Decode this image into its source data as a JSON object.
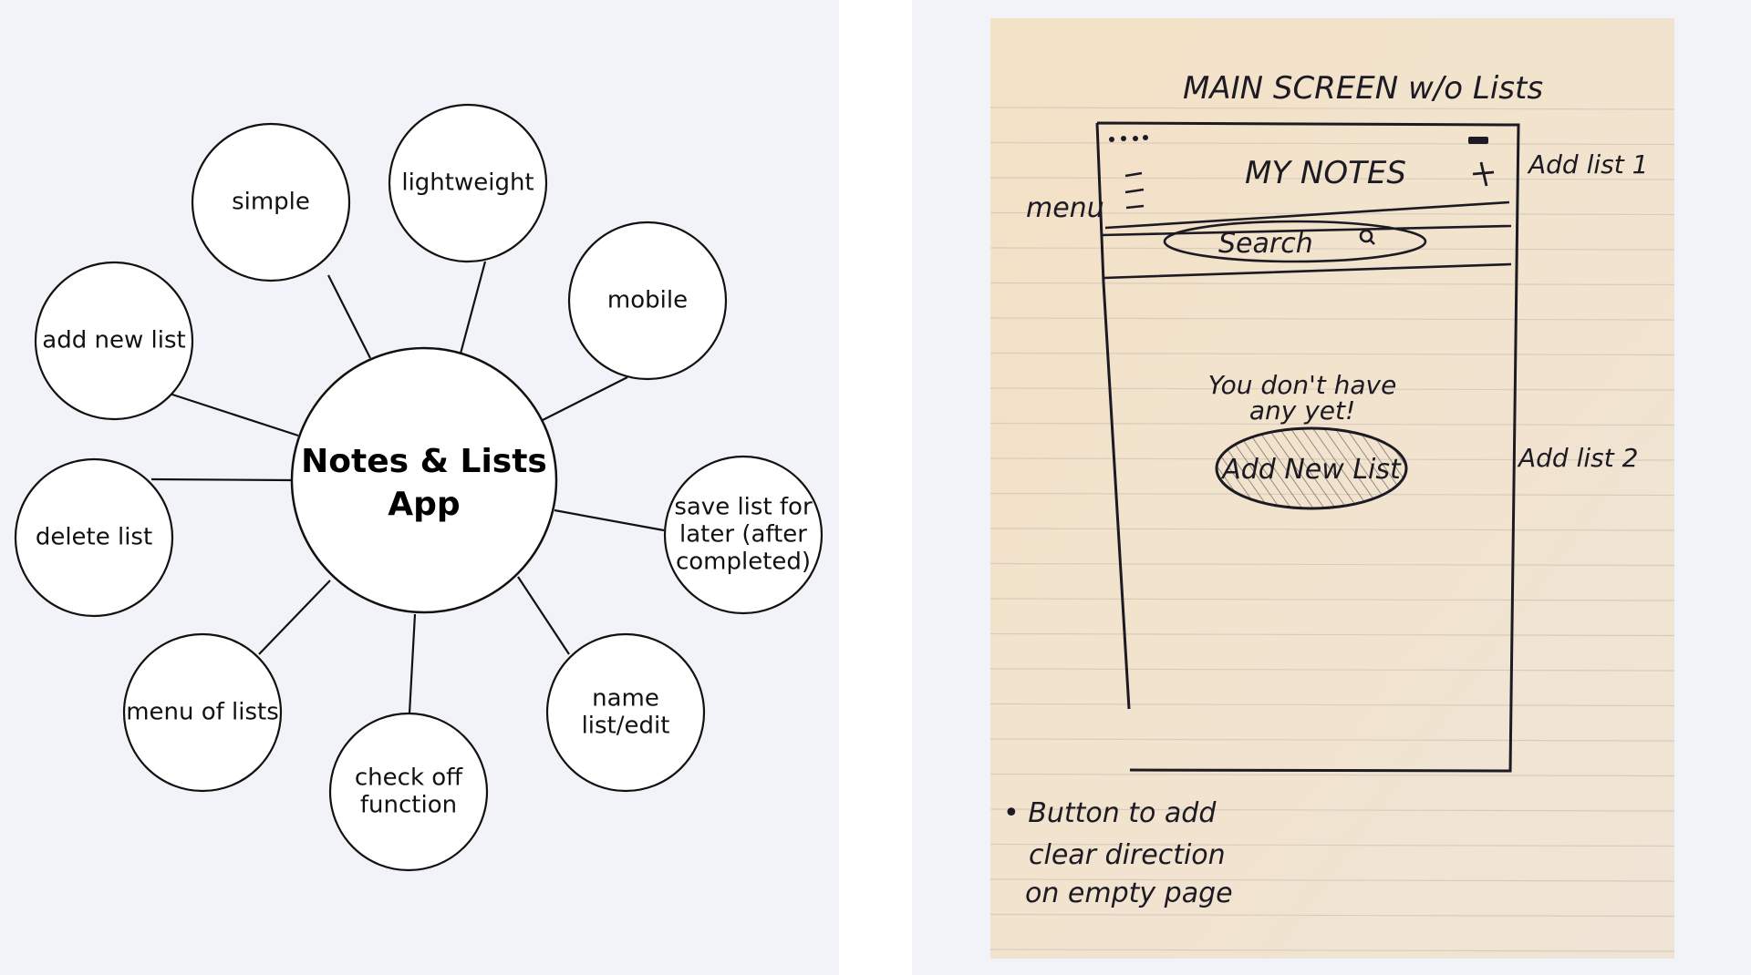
{
  "mindmap": {
    "hub": {
      "lines": [
        "Notes & Lists",
        "App"
      ]
    },
    "nodes": [
      {
        "id": "simple",
        "lines": [
          "simple"
        ]
      },
      {
        "id": "lightweight",
        "lines": [
          "lightweight"
        ]
      },
      {
        "id": "mobile",
        "lines": [
          "mobile"
        ]
      },
      {
        "id": "add-new-list",
        "lines": [
          "add new list"
        ]
      },
      {
        "id": "delete-list",
        "lines": [
          "delete list"
        ]
      },
      {
        "id": "save-list",
        "lines": [
          "save list for",
          "later (after",
          "completed)"
        ]
      },
      {
        "id": "menu-of-lists",
        "lines": [
          "menu of lists"
        ]
      },
      {
        "id": "check-off",
        "lines": [
          "check off",
          "function"
        ]
      },
      {
        "id": "name-list-edit",
        "lines": [
          "name",
          "list/edit"
        ]
      }
    ]
  },
  "sketch": {
    "title": "MAIN SCREEN w/o Lists",
    "header_title": "MY NOTES",
    "menu_note": "menu",
    "add_note_1": "Add list 1",
    "add_note_2": "Add list 2",
    "search_label": "Search",
    "empty_line1": "You don't have",
    "empty_line2": "any yet!",
    "add_button_label": "Add New List",
    "footnote_lines": [
      "• Button to add",
      "clear direction",
      "on empty page"
    ],
    "colors": {
      "paper": "#f3e6cf",
      "ink": "#1c1a22",
      "rule": "#d9ccbd"
    }
  }
}
